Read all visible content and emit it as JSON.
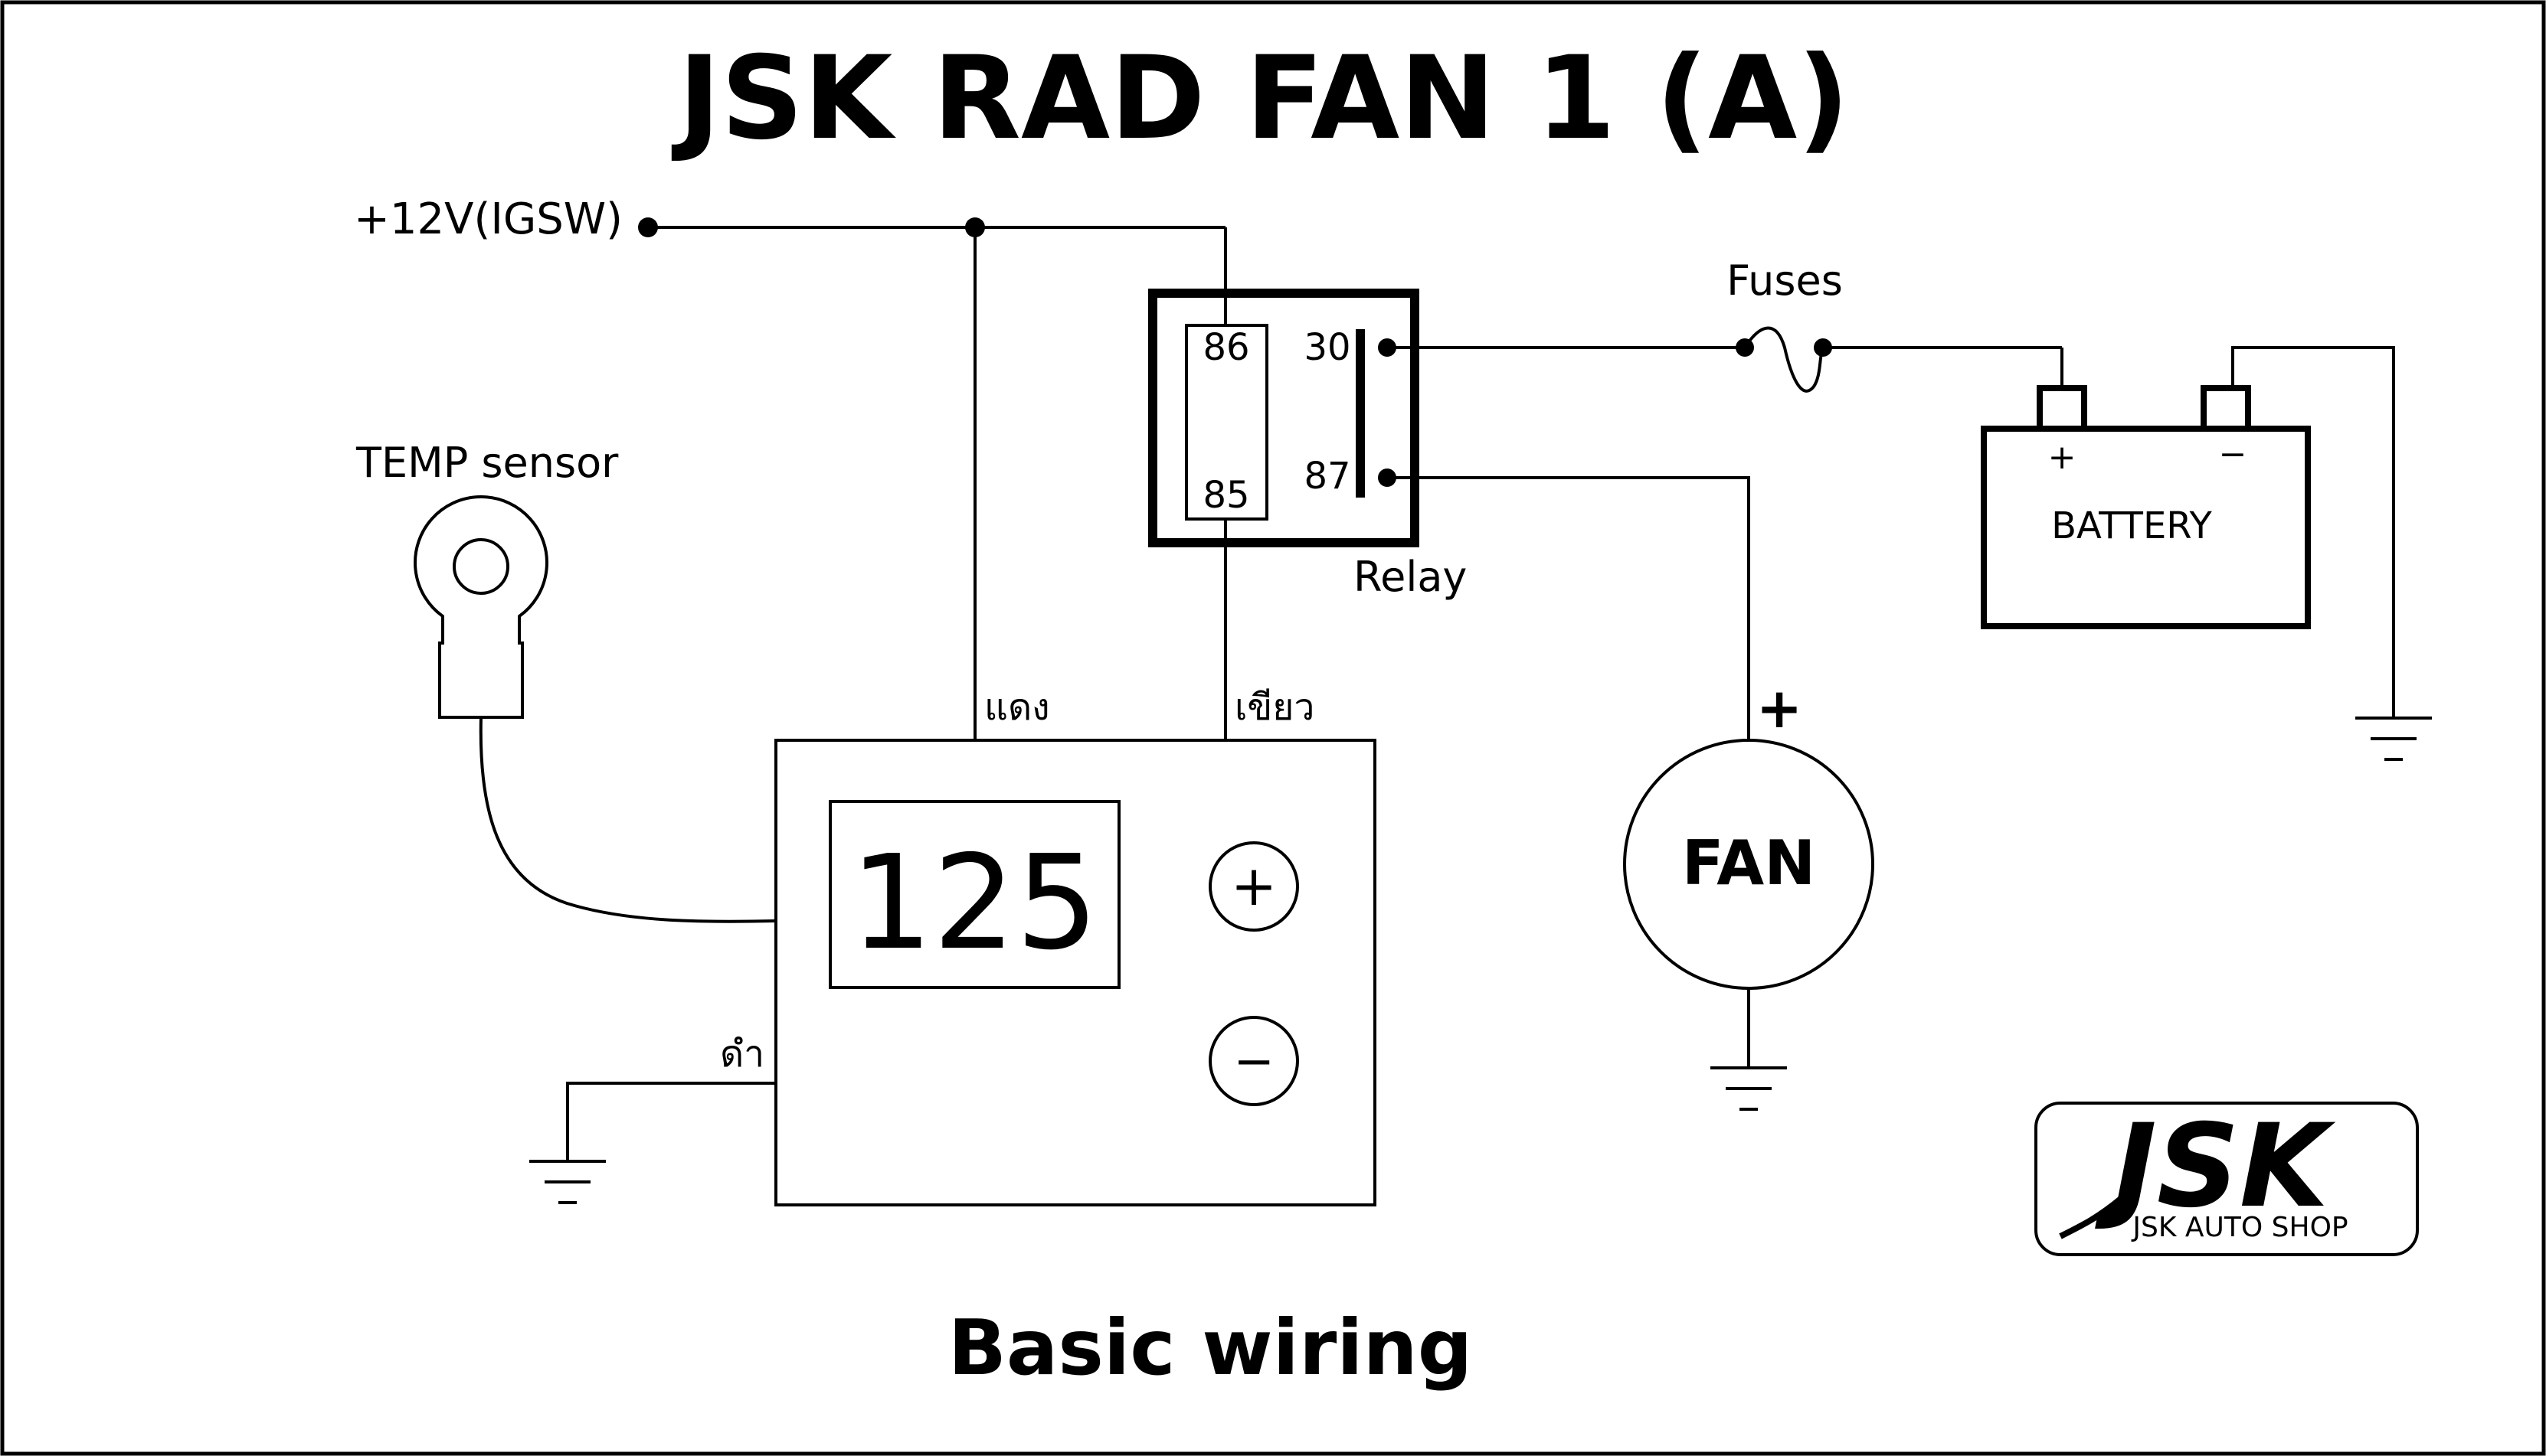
{
  "title": "JSK RAD FAN 1 (A)",
  "subtitle": "Basic wiring",
  "labels": {
    "ignition": "+12V(IGSW)",
    "temp_sensor": "TEMP sensor",
    "fuses": "Fuses",
    "relay": "Relay",
    "battery": "BATTERY",
    "battery_plus": "+",
    "battery_minus": "−",
    "fan": "FAN",
    "fan_plus": "+",
    "wire_red": "แดง",
    "wire_green": "เขียว",
    "wire_black": "ดำ"
  },
  "relay_pins": {
    "pin86": "86",
    "pin85": "85",
    "pin30": "30",
    "pin87": "87"
  },
  "controller": {
    "display_value": "125",
    "plus_button": "+",
    "minus_button": "−"
  },
  "logo": {
    "mark": "JSK",
    "tagline": "JSK AUTO SHOP"
  }
}
